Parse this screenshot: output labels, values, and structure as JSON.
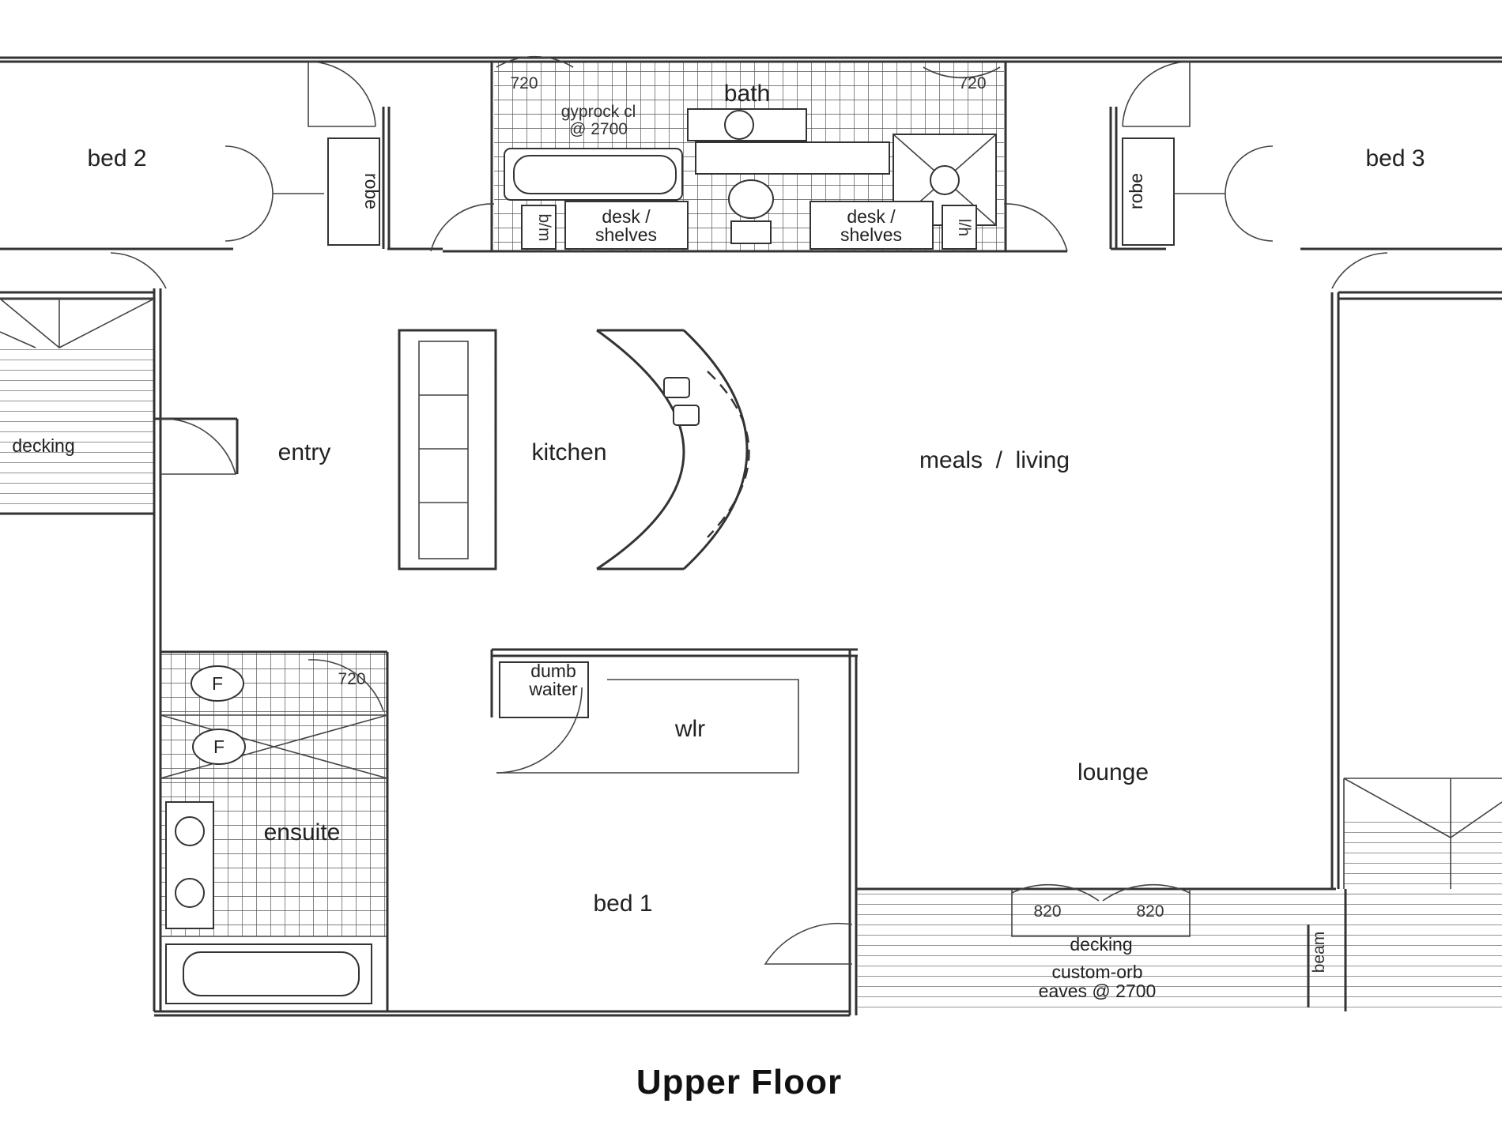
{
  "title": "Upper Floor",
  "rooms": {
    "bed2": "bed 2",
    "bed3": "bed 3",
    "bath": "bath",
    "entry": "entry",
    "kitchen": "kitchen",
    "meals_living": "meals  /  living",
    "lounge": "lounge",
    "wir": "wlr",
    "bed1": "bed 1",
    "ensuite": "ensuite"
  },
  "labels": {
    "gyprock_line1": "gyprock cl",
    "gyprock_line2": "@ 2700",
    "robe": "robe",
    "bm": "b/m",
    "lh": "l/h",
    "desk_line1": "desk /",
    "desk_line2": "shelves",
    "dumb_line1": "dumb",
    "dumb_line2": "waiter",
    "decking": "decking",
    "custom_line1": "custom-orb",
    "custom_line2": "eaves @ 2700",
    "beam": "beam",
    "fridge_mark": "F"
  },
  "dimensions": {
    "door_720": "720",
    "door_820": "820"
  }
}
